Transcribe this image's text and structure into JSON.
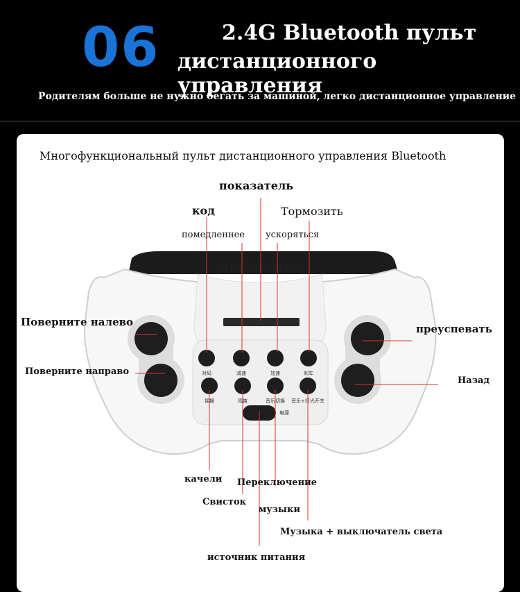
{
  "header": {
    "number": "06",
    "title_line1": "2.4G Bluetooth пульт",
    "title_line2": "дистанционного управления",
    "subtitle": "Родителям больше не нужно бегать за машиной, легко дистанционное управление"
  },
  "card": {
    "title": "Многофункциональный пульт дистанционного управления Bluetooth"
  },
  "remote": {
    "brand": "TRANSMITTER",
    "button_labels": [
      "对码",
      "减速",
      "加速",
      "刹车",
      "摇摆",
      "鸣笛",
      "音乐切换",
      "音乐+灯光开关"
    ],
    "power_label": "电源"
  },
  "labels": {
    "indicator": "показатель",
    "code": "код",
    "brake": "Тормозить",
    "slower": "помедленнее",
    "faster": "ускоряться",
    "turn_left": "Поверните налево",
    "turn_right": "Поверните направо",
    "forward": "преуспевать",
    "back": "Назад",
    "swing": "качели",
    "switch": "Переключение",
    "whistle": "Свисток",
    "music": "музыки",
    "music_light": "Музыка + выключатель света",
    "power": "источник питания"
  },
  "colors": {
    "accent": "#1a73d6",
    "callout_line": "#d9302c",
    "background": "#000000",
    "card": "#ffffff"
  }
}
